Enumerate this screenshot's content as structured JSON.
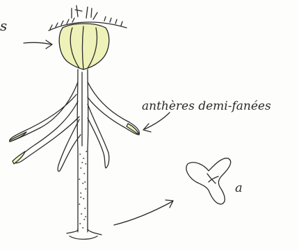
{
  "annotations": {
    "left_edge_fragment": "s",
    "anthers_label": "anthères demi-fanées",
    "detail_letter": "a"
  },
  "colors": {
    "ink": "#2a2a2a",
    "wash_yellow": "#eef2b8",
    "paper": "#fdfdfb"
  }
}
